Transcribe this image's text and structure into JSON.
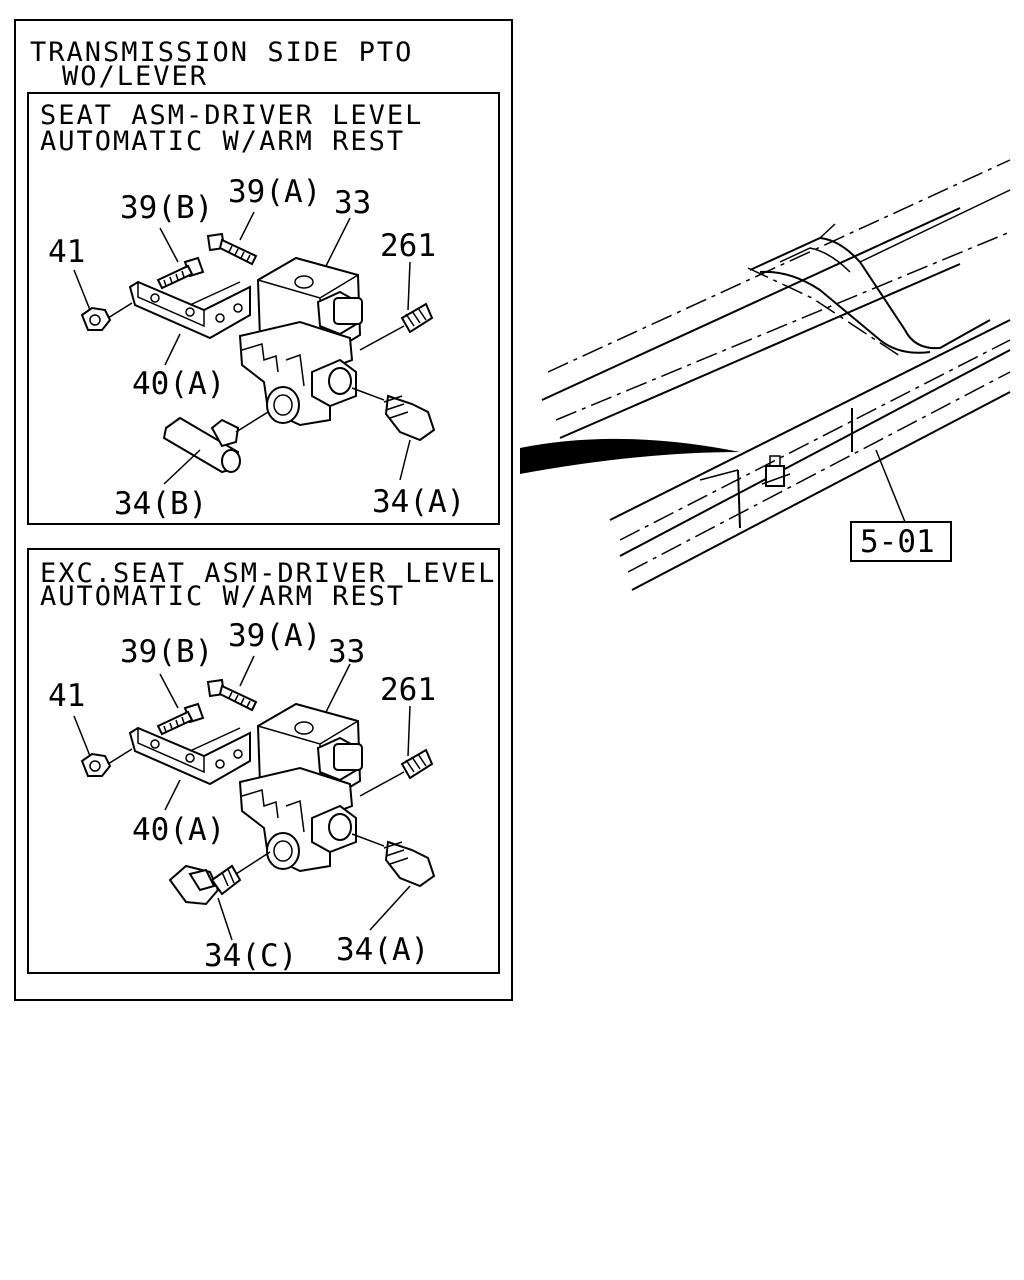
{
  "outer_panel": {
    "title_line1": "TRANSMISSION SIDE PTO",
    "title_line2": "WO/LEVER"
  },
  "panel_top": {
    "title_line1": "SEAT ASM-DRIVER LEVEL",
    "title_line2": "AUTOMATIC W/ARM REST",
    "callouts": {
      "p41": "41",
      "p39b": "39(B)",
      "p39a": "39(A)",
      "p33": "33",
      "p261": "261",
      "p40a": "40(A)",
      "p34b": "34(B)",
      "p34a": "34(A)"
    }
  },
  "panel_bottom": {
    "title_line1": "EXC.SEAT ASM-DRIVER LEVEL",
    "title_line2": "AUTOMATIC W/ARM REST",
    "callouts": {
      "p41": "41",
      "p39b": "39(B)",
      "p39a": "39(A)",
      "p33": "33",
      "p261": "261",
      "p40a": "40(A)",
      "p34c": "34(C)",
      "p34a": "34(A)"
    }
  },
  "frame_reference": {
    "label": "5-01"
  }
}
